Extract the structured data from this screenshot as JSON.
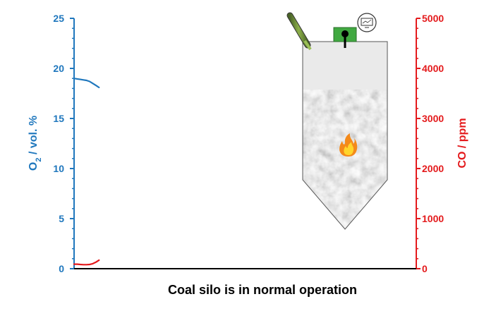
{
  "chart_data": {
    "type": "line",
    "caption": "Coal silo is in normal operation",
    "y_left": {
      "label_main": "O",
      "label_sub": "2",
      "label_rest": " / vol. %",
      "ylim": [
        0,
        25
      ],
      "ticks": [
        "0",
        "5",
        "10",
        "15",
        "20",
        "25"
      ],
      "color": "#1f77bd"
    },
    "y_right": {
      "label": "CO / ppm",
      "ylim": [
        0,
        5000
      ],
      "ticks": [
        "0",
        "1000",
        "2000",
        "3000",
        "4000",
        "5000"
      ],
      "color": "#e41a1c"
    },
    "x_axis": {
      "ticks": [],
      "color": "#000000"
    },
    "series": [
      {
        "axis": "left",
        "color": "#1f77bd",
        "x": [
          0,
          0.5,
          1,
          1.5,
          2,
          2.5,
          3,
          3.5,
          4
        ],
        "y": [
          19.0,
          18.95,
          18.9,
          18.85,
          18.8,
          18.7,
          18.5,
          18.3,
          18.1
        ]
      },
      {
        "axis": "right",
        "color": "#e41a1c",
        "x": [
          0,
          0.5,
          1,
          1.5,
          2,
          2.5,
          3,
          3.5,
          4
        ],
        "y": [
          90,
          90,
          85,
          80,
          80,
          85,
          100,
          130,
          170
        ]
      }
    ],
    "x_range": [
      0,
      55
    ],
    "grid": false,
    "legend": "none"
  },
  "illustration": {
    "silo_colors": {
      "head": "#eaeaea",
      "coal": "#a8a8a8",
      "outline": "#555555"
    },
    "sensor_color": "#41a941",
    "probe_color": "#6f8c3a",
    "flame_icon": "flame-icon",
    "monitor_icon": "monitor-icon"
  }
}
